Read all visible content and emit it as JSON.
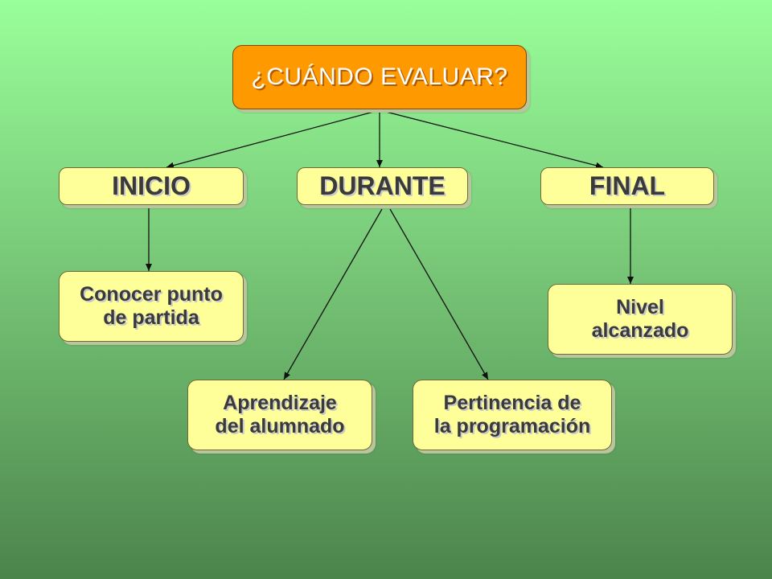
{
  "colors": {
    "root_fill": "#ff9900",
    "box_fill": "#ffff99",
    "text": "#3a3a3a",
    "connector": "#111111"
  },
  "diagram": {
    "root": {
      "label": "¿CUÁNDO EVALUAR?"
    },
    "stages": [
      {
        "id": "inicio",
        "label": "INICIO"
      },
      {
        "id": "durante",
        "label": "DURANTE"
      },
      {
        "id": "final",
        "label": "FINAL"
      }
    ],
    "outcomes": [
      {
        "id": "conocer",
        "label": "Conocer punto\nde partida",
        "from": "inicio"
      },
      {
        "id": "nivel",
        "label": "Nivel\nalcanzado",
        "from": "final"
      },
      {
        "id": "aprendizaje",
        "label": "Aprendizaje\ndel alumnado",
        "from": "durante"
      },
      {
        "id": "pertinencia",
        "label": "Pertinencia de\nla programación",
        "from": "durante"
      }
    ]
  }
}
